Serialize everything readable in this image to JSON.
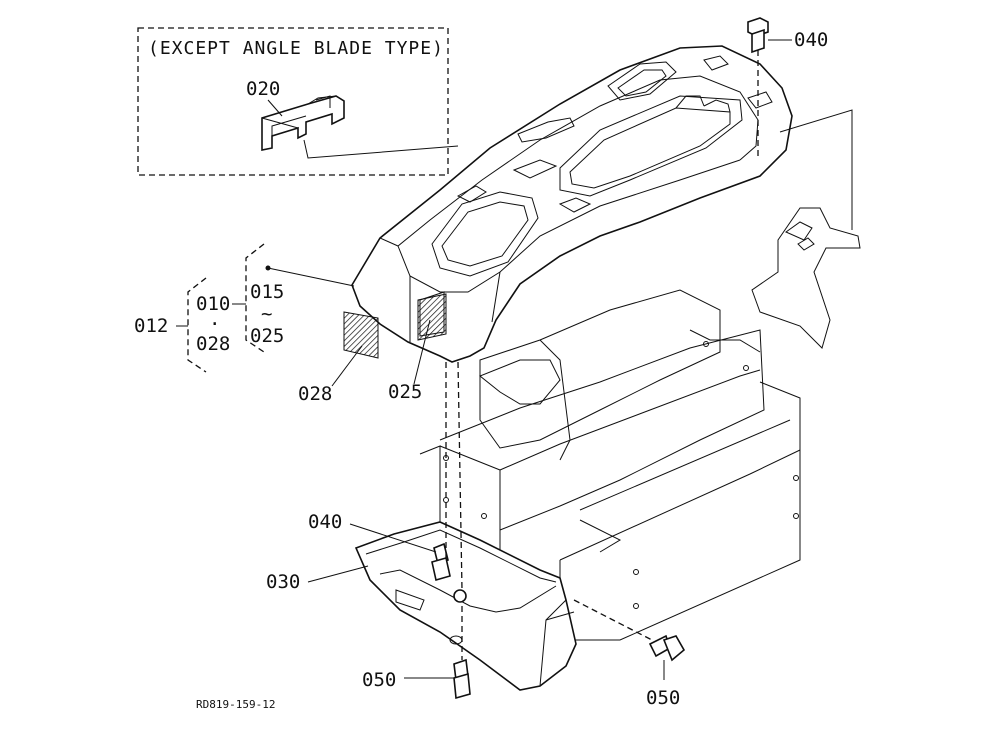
{
  "diagram": {
    "inset_caption": "(EXCEPT ANGLE BLADE TYPE)",
    "part_labels": {
      "p020": "020",
      "p040_top": "040",
      "p012": "012",
      "p010": "010",
      "p010_dot": "·",
      "p028_group": "028",
      "p015": "015",
      "p015_tilde": "~",
      "p025_group": "025",
      "p028": "028",
      "p025": "025",
      "p040_bottom": "040",
      "p030": "030",
      "p050_left": "050",
      "p050_right": "050"
    },
    "reference_code": "RD819-159-12"
  }
}
